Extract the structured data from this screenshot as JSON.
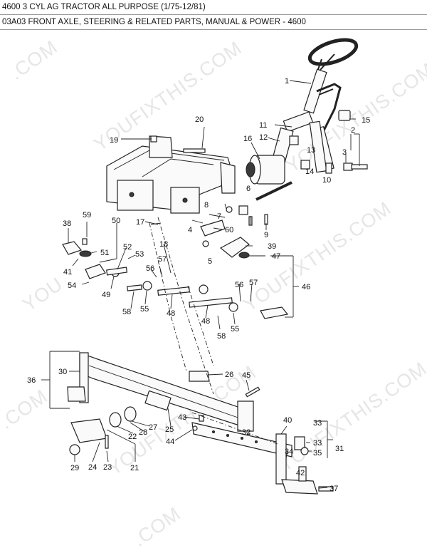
{
  "header": {
    "title": "4600 3 CYL AG TRACTOR ALL PURPOSE (1/75-12/81)",
    "subtitle": "03A03 FRONT AXLE, STEERING & RELATED PARTS, MANUAL & POWER - 4600"
  },
  "watermark": {
    "text": "YOUFIXTHIS.COM",
    "fragment_com": ".COM",
    "fragment_you": "YOU",
    "color": "#e6e6e6"
  },
  "callouts": [
    "1",
    "2",
    "3",
    "4",
    "5",
    "6",
    "7",
    "8",
    "9",
    "10",
    "11",
    "12",
    "13",
    "14",
    "15",
    "16",
    "17",
    "18",
    "19",
    "20",
    "21",
    "22",
    "23",
    "24",
    "25",
    "26",
    "27",
    "28",
    "29",
    "30",
    "31",
    "32",
    "33",
    "34",
    "35",
    "36",
    "37",
    "38",
    "39",
    "40",
    "41",
    "42",
    "43",
    "44",
    "45",
    "46",
    "47",
    "48",
    "49",
    "50",
    "51",
    "52",
    "53",
    "54",
    "55",
    "56",
    "57",
    "58",
    "59",
    "60"
  ]
}
